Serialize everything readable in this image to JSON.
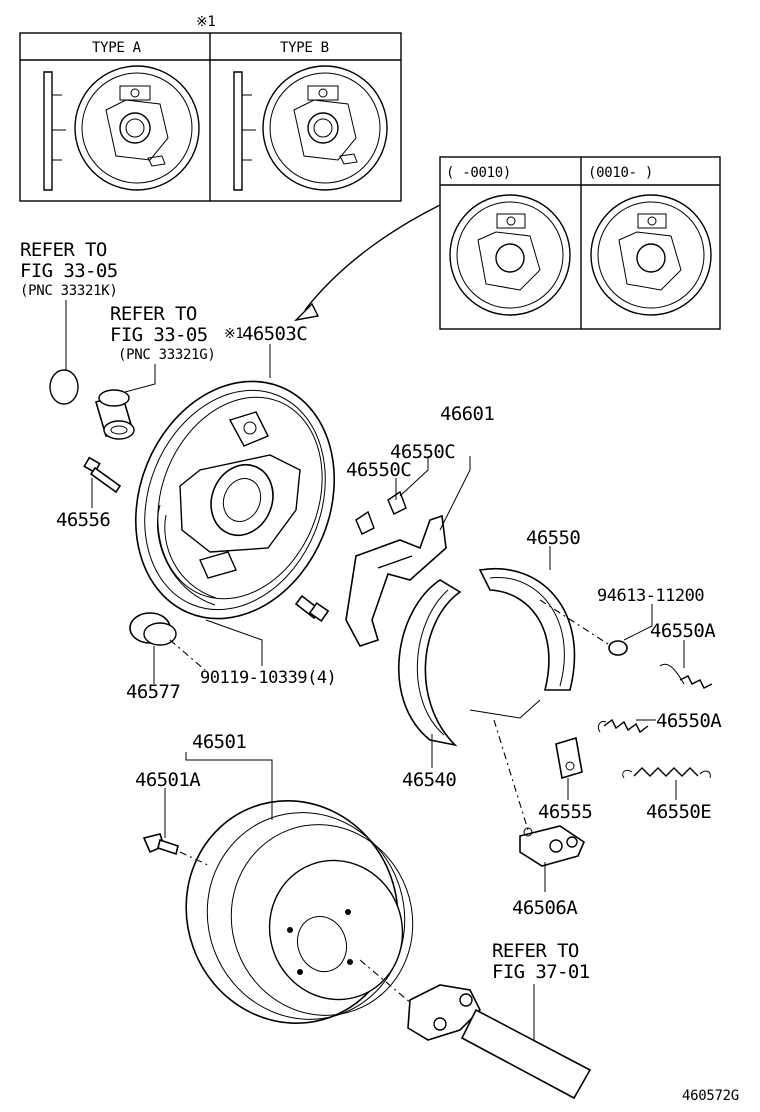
{
  "inset_top": {
    "marker": "※1",
    "type_a": "TYPE A",
    "type_b": "TYPE B"
  },
  "inset_right": {
    "left_header": "(      -0010)",
    "right_header": "(0010-      )"
  },
  "references": {
    "ref1_line1": "REFER TO",
    "ref1_line2": "FIG 33-05",
    "ref1_line3": "(PNC 33321K)",
    "ref2_line1": "REFER TO",
    "ref2_line2": "FIG 33-05",
    "ref2_line3": "(PNC 33321G)",
    "ref2_marker": "※1",
    "ref3_line1": "REFER TO",
    "ref3_line2": "FIG 37-01"
  },
  "parts": {
    "p46503C": "46503C",
    "p46601": "46601",
    "p46550C_a": "46550C",
    "p46550C_b": "46550C",
    "p46556": "46556",
    "p46550": "46550",
    "p94613": "94613-11200",
    "p46550A_a": "46550A",
    "p46550A_b": "46550A",
    "p46577": "46577",
    "p90119": "90119-10339(4)",
    "p46501": "46501",
    "p46501A": "46501A",
    "p46540": "46540",
    "p46555": "46555",
    "p46550E": "46550E",
    "p46506A": "46506A"
  },
  "figure_code": "460572G"
}
